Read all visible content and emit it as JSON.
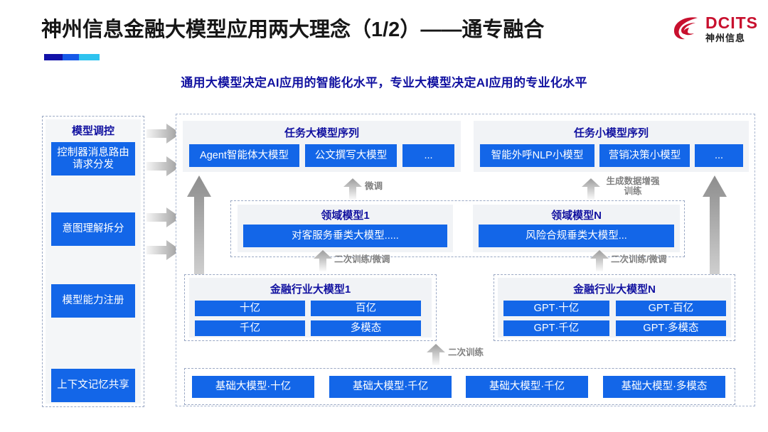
{
  "header": {
    "title": "神州信息金融大模型应用两大理念（1/2）——通专融合",
    "subtitle": "通用大模型决定AI应用的智能化水平，专业大模型决定AI应用的专业化水平",
    "logo_en": "DCITS",
    "logo_cn": "神州信息",
    "accent_colors": {
      "title_bar_1": "#1212a8",
      "title_bar_2": "#1659e8",
      "title_bar_3": "#2ec3ef",
      "brand_red": "#c8102e",
      "box_blue": "#1366e8",
      "heading_blue": "#1111a0"
    }
  },
  "sidebar": {
    "title": "模型调控",
    "items": [
      {
        "label": "控制器消息路由请求分发"
      },
      {
        "label": "意图理解拆分"
      },
      {
        "label": "模型能力注册"
      },
      {
        "label": "上下文记忆共享"
      }
    ]
  },
  "task_models": {
    "large": {
      "heading": "任务大模型序列",
      "items": [
        "Agent智能体大模型",
        "公文撰写大模型",
        "..."
      ]
    },
    "small": {
      "heading": "任务小模型序列",
      "items": [
        "智能外呼NLP小模型",
        "营销决策小模型",
        "..."
      ]
    }
  },
  "domain_models": [
    {
      "heading": "领域模型1",
      "item": "对客服务垂类大模型....."
    },
    {
      "heading": "领域模型N",
      "item": "风险合规垂类大模型..."
    }
  ],
  "industry_models": [
    {
      "heading": "金融行业大模型1",
      "items": [
        "十亿",
        "百亿",
        "千亿",
        "多模态"
      ]
    },
    {
      "heading": "金融行业大模型N",
      "items": [
        "GPT·十亿",
        "GPT·百亿",
        "GPT·千亿",
        "GPT·多模态"
      ]
    }
  ],
  "foundation_models": {
    "items": [
      "基础大模型·十亿",
      "基础大模型·千亿",
      "基础大模型·千亿",
      "基础大模型·多模态"
    ]
  },
  "arrow_labels": {
    "fine_tune": "微调",
    "data_aug": "生成数据增强训练",
    "retrain_left": "二次训练/微调",
    "retrain_right": "二次训练/微调",
    "retrain_bottom": "二次训练"
  }
}
